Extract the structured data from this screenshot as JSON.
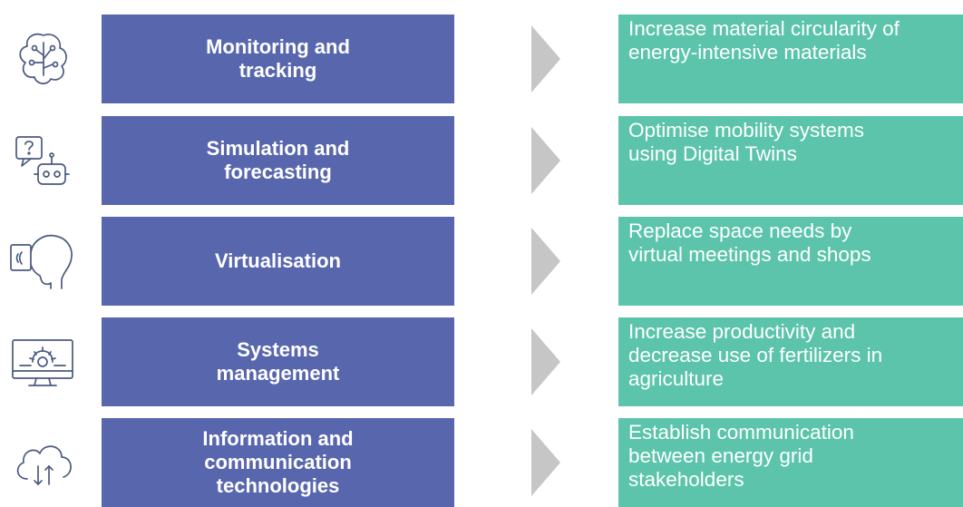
{
  "colors": {
    "category_fill": "#5867ad",
    "outcome_fill": "#5cc4ab",
    "arrow_fill": "#c6c6c6",
    "icon_stroke": "#4a5a80",
    "text": "#ffffff"
  },
  "rows": [
    {
      "icon": "circuit-brain-icon",
      "category": "Monitoring and\ntracking",
      "outcome": "Increase material circularity of\nenergy-intensive materials"
    },
    {
      "icon": "robot-chat-icon",
      "category": "Simulation and\nforecasting",
      "outcome": "Optimise mobility systems\nusing Digital Twins"
    },
    {
      "icon": "vr-headset-head-icon",
      "category": "Virtualisation",
      "outcome": "Replace space needs by\nvirtual meetings and shops"
    },
    {
      "icon": "monitor-gear-icon",
      "category": "Systems\nmanagement",
      "outcome": "Increase productivity and\ndecrease use of fertilizers in\nagriculture"
    },
    {
      "icon": "cloud-transfer-icon",
      "category": "Information and\ncommunication\ntechnologies",
      "outcome": "Establish communication\nbetween energy grid\nstakeholders"
    }
  ]
}
